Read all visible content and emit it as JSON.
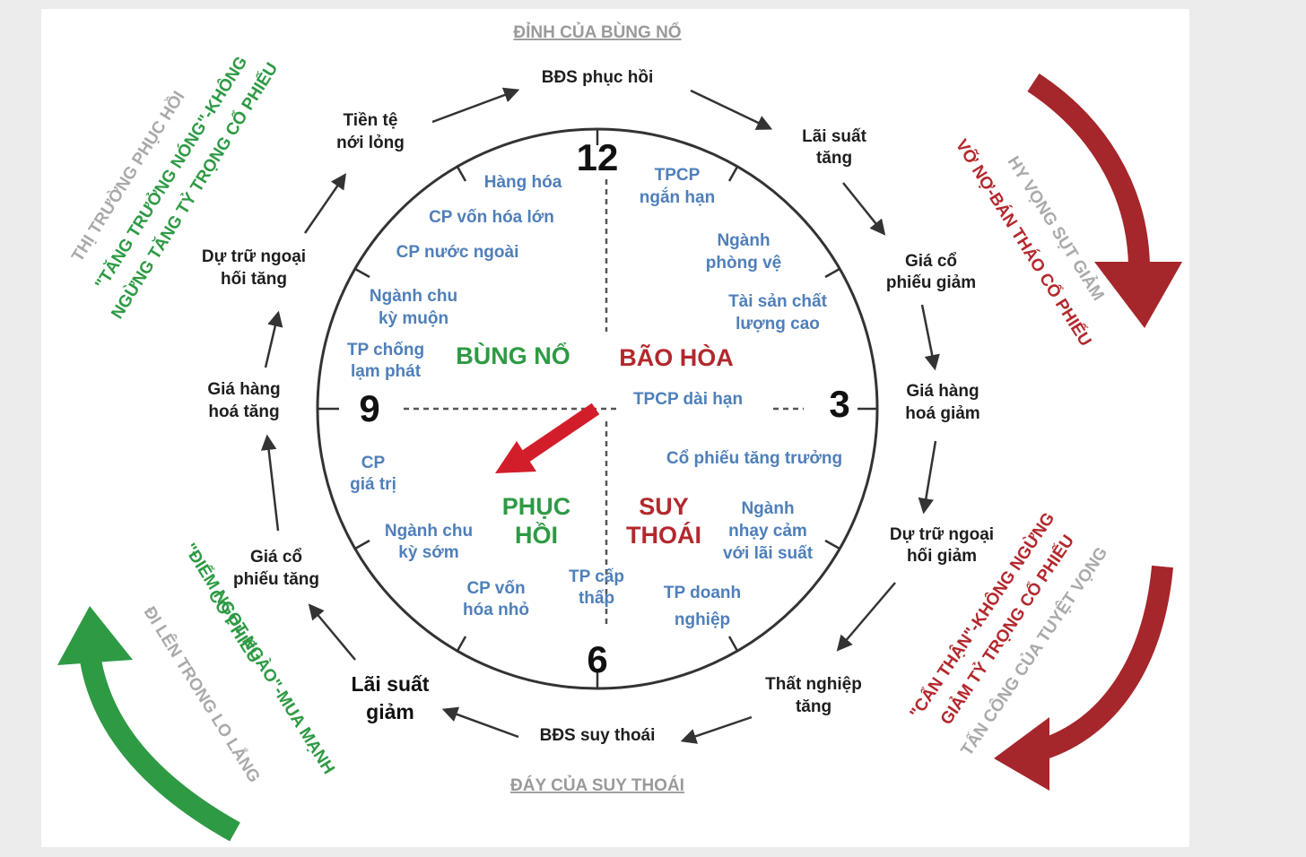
{
  "edges": {
    "top": "ĐỈNH CỦA BÙNG NỔ",
    "bottom": "ĐÁY CỦA SUY THOÁI"
  },
  "numbers": {
    "n12": "12",
    "n3": "3",
    "n6": "6",
    "n9": "9"
  },
  "phases": {
    "bung_no": "BÙNG NỔ",
    "bao_hoa": "BÃO HÒA",
    "phuc_hoi": [
      "PHỤC",
      "HỒI"
    ],
    "suy_thoai": [
      "SUY",
      "THOÁI"
    ]
  },
  "cycle": {
    "bds_phuc_hoi": [
      "BĐS phục hồi"
    ],
    "lai_suat_tang": [
      "Lãi suất",
      "tăng"
    ],
    "gia_cp_giam": [
      "Giá cổ",
      "phiếu giảm"
    ],
    "gia_hang_giam": [
      "Giá hàng",
      "hoá giảm"
    ],
    "du_tru_giam": [
      "Dự trữ ngoại",
      "hối giảm"
    ],
    "that_nghiep_tang": [
      "Thất nghiệp",
      "tăng"
    ],
    "bds_suy_thoai": [
      "BĐS suy thoái"
    ],
    "lai_suat_giam": [
      "Lãi suất",
      "giảm"
    ],
    "gia_cp_tang": [
      "Giá cổ",
      "phiếu tăng"
    ],
    "gia_hang_tang": [
      "Giá hàng",
      "hoá tăng"
    ],
    "du_tru_tang": [
      "Dự trữ ngoại",
      "hối tăng"
    ],
    "tien_te_noi_long": [
      "Tiền tệ",
      "nới lỏng"
    ]
  },
  "assets": {
    "hang_hoa": [
      "Hàng hóa"
    ],
    "cp_von_hoa_lon": [
      "CP vốn hóa lớn"
    ],
    "cp_nuoc_ngoai": [
      "CP nước ngoài"
    ],
    "nganh_chu_ky_muon": [
      "Ngành chu",
      "kỳ muộn"
    ],
    "tp_chong_lam_phat": [
      "TP chống",
      "lạm phát"
    ],
    "tpcp_ngan_han": [
      "TPCP",
      "ngắn hạn"
    ],
    "nganh_phong_ve": [
      "Ngành",
      "phòng vệ"
    ],
    "tai_san_chat_luong_cao": [
      "Tài sản chất",
      "lượng cao"
    ],
    "tpcp_dai_han": [
      "TPCP dài hạn"
    ],
    "co_phieu_tang_truong": [
      "Cổ phiếu tăng trưởng"
    ],
    "nganh_nhay_cam": [
      "Ngành",
      "nhạy cảm",
      "với lãi suất"
    ],
    "tp_doanh_nghiep": [
      "TP doanh",
      "nghiệp"
    ],
    "tp_cap_thap": [
      "TP cấp",
      "thấp"
    ],
    "cp_von_hoa_nho": [
      "CP vốn",
      "hóa nhỏ"
    ],
    "nganh_chu_ky_som": [
      "Ngành chu",
      "kỳ sớm"
    ],
    "cp_gia_tri": [
      "CP",
      "giá trị"
    ]
  },
  "sides": {
    "tl_gray": "THỊ TRƯỜNG PHỤC HỒI",
    "tl_green_1": "\"TĂNG TRƯỞNG NÓNG\"-KHÔNG",
    "tl_green_2": "NGỪNG TĂNG TỶ TRỌNG CỔ PHIẾU",
    "tr_gray": "HY VỌNG SỤT GIẢM",
    "tr_red": "VỠ NỢ-BÁN THÁO CỔ PHIẾU",
    "bl_green_1": "\"ĐIỂM NGỌT NGÀO\"-MUA MẠNH",
    "bl_green_2": "CỔ PHIẾU",
    "bl_gray": "ĐI LÊN TRONG LO LẮNG",
    "br_red_1": "\"CẨN THẬN\"-KHÔNG NGỪNG",
    "br_red_2": "GIẢM TỶ TRỌNG CỔ PHIẾU",
    "br_gray": "TẤN CÔNG CỦA TUYỆT VỌNG"
  },
  "colors": {
    "green": "#2e9a44",
    "red": "#b3282d",
    "asset_blue": "#4f7fba",
    "gray": "#9a9a9a",
    "hand": "#d21e2b"
  }
}
